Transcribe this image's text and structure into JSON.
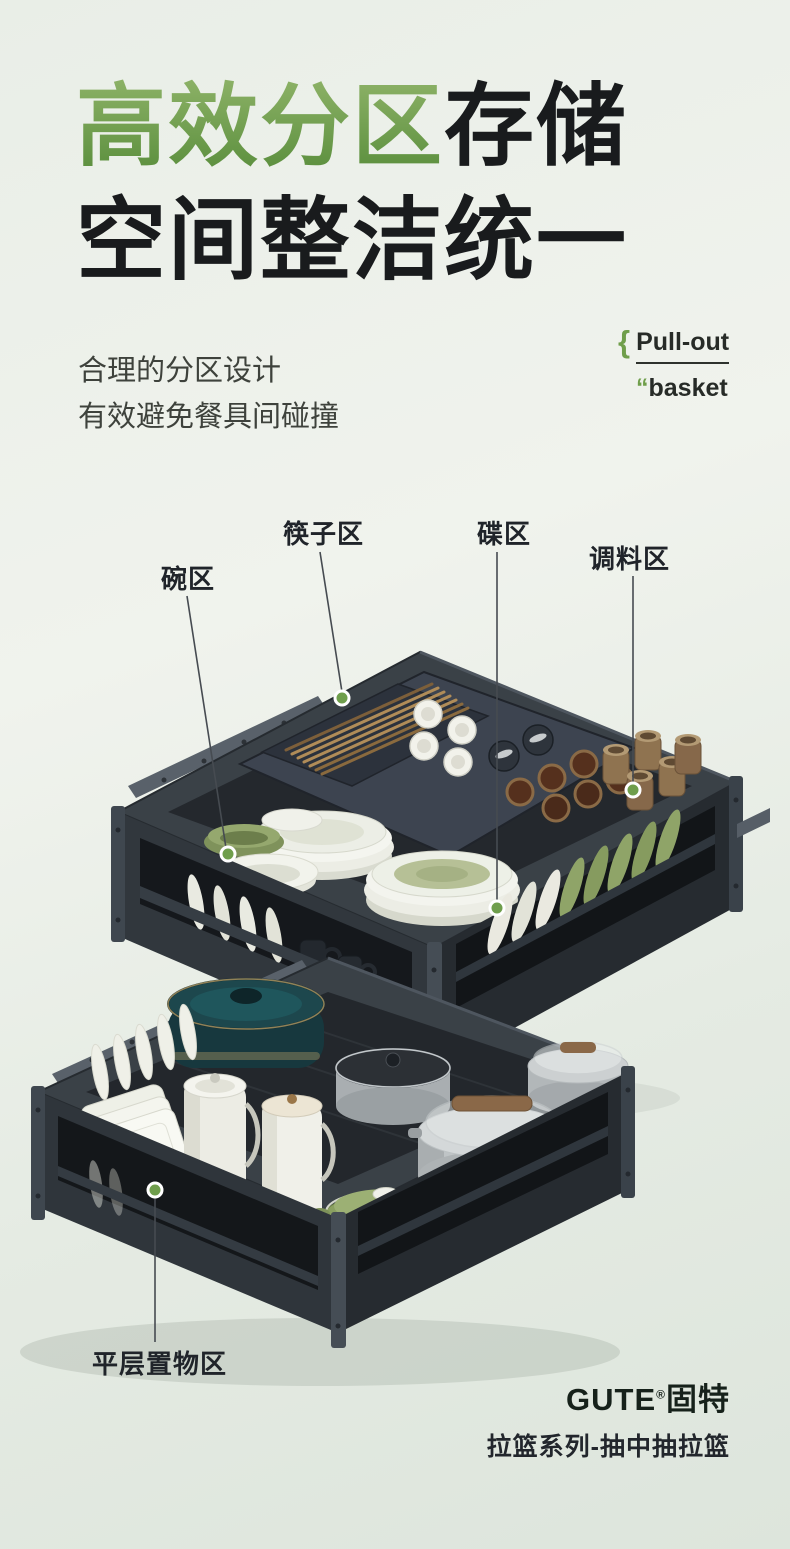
{
  "title": {
    "line1_green": "高效分区",
    "line1_dark": "存储",
    "line2": "空间整洁统一"
  },
  "subtitle": {
    "line1": "合理的分区设计",
    "line2": "有效避免餐具间碰撞"
  },
  "tagline": {
    "brace": "{",
    "word1": "Pull-out",
    "quote": "“",
    "word2": "basket"
  },
  "callouts": [
    {
      "label": "碗区"
    },
    {
      "label": "筷子区"
    },
    {
      "label": "碟区"
    },
    {
      "label": "调料区"
    },
    {
      "label": "平层置物区"
    }
  ],
  "footer": {
    "brand": "GUTE",
    "reg": "®",
    "brand_cn": "固特",
    "series": "拉篮系列-抽中抽拉篮"
  },
  "colors": {
    "accent_green": "#6f9e4a",
    "title_dark": "#191b1d",
    "frame_dark": "#3a4147",
    "background": "#e9eee6"
  }
}
